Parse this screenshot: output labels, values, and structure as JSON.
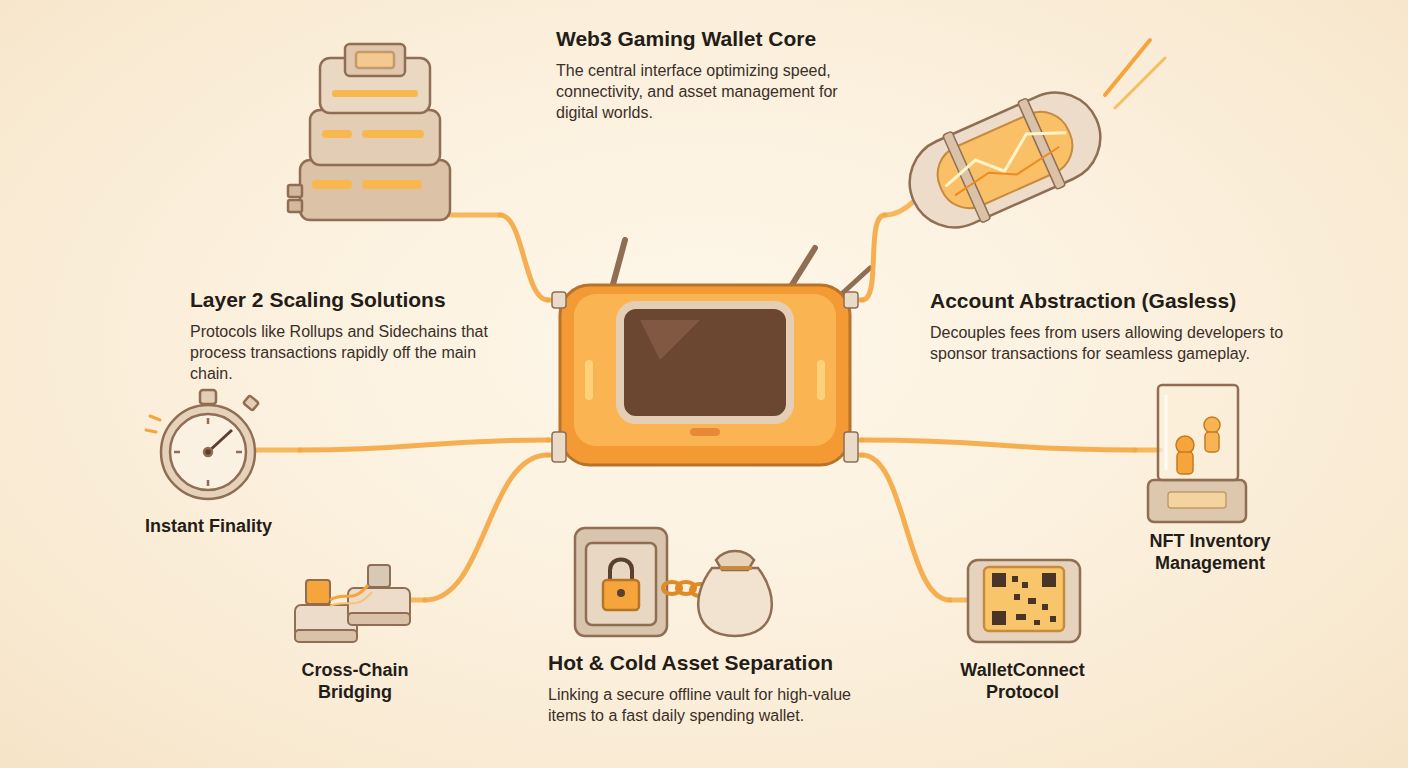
{
  "diagram": {
    "nodes": [
      {
        "text": [
          "Web3 Gaming Wallet Core",
          "The central interface optimizing speed, connectivity, and asset management for digital worlds."
        ]
      },
      {
        "text": [
          "Layer 2 Scaling Solutions",
          "Protocols like Rollups and Sidechains that process transactions rapidly off the main chain."
        ]
      },
      {
        "text": [
          "Account Abstraction (Gasless)",
          "Decouples fees from users allowing developers to sponsor transactions for seamless gameplay."
        ]
      },
      {
        "text": [
          "Instant Finality"
        ]
      },
      {
        "text": [
          "NFT Inventory Management"
        ]
      },
      {
        "text": [
          "Cross-Chain Bridging"
        ]
      },
      {
        "text": [
          "Hot & Cold Asset Separation",
          "Linking a secure offline vault for high-value items to a fast daily spending wallet."
        ]
      },
      {
        "text": [
          "WalletConnect Protocol"
        ]
      }
    ],
    "edges": [
      {
        "from": 0,
        "to": 1,
        "arrow": "none"
      },
      {
        "from": 0,
        "to": 2,
        "arrow": "none"
      },
      {
        "from": 0,
        "to": 3,
        "arrow": "none"
      },
      {
        "from": 0,
        "to": 5,
        "arrow": "none"
      },
      {
        "from": 0,
        "to": 4,
        "arrow": "none"
      },
      {
        "from": 0,
        "to": 7,
        "arrow": "none"
      }
    ]
  }
}
